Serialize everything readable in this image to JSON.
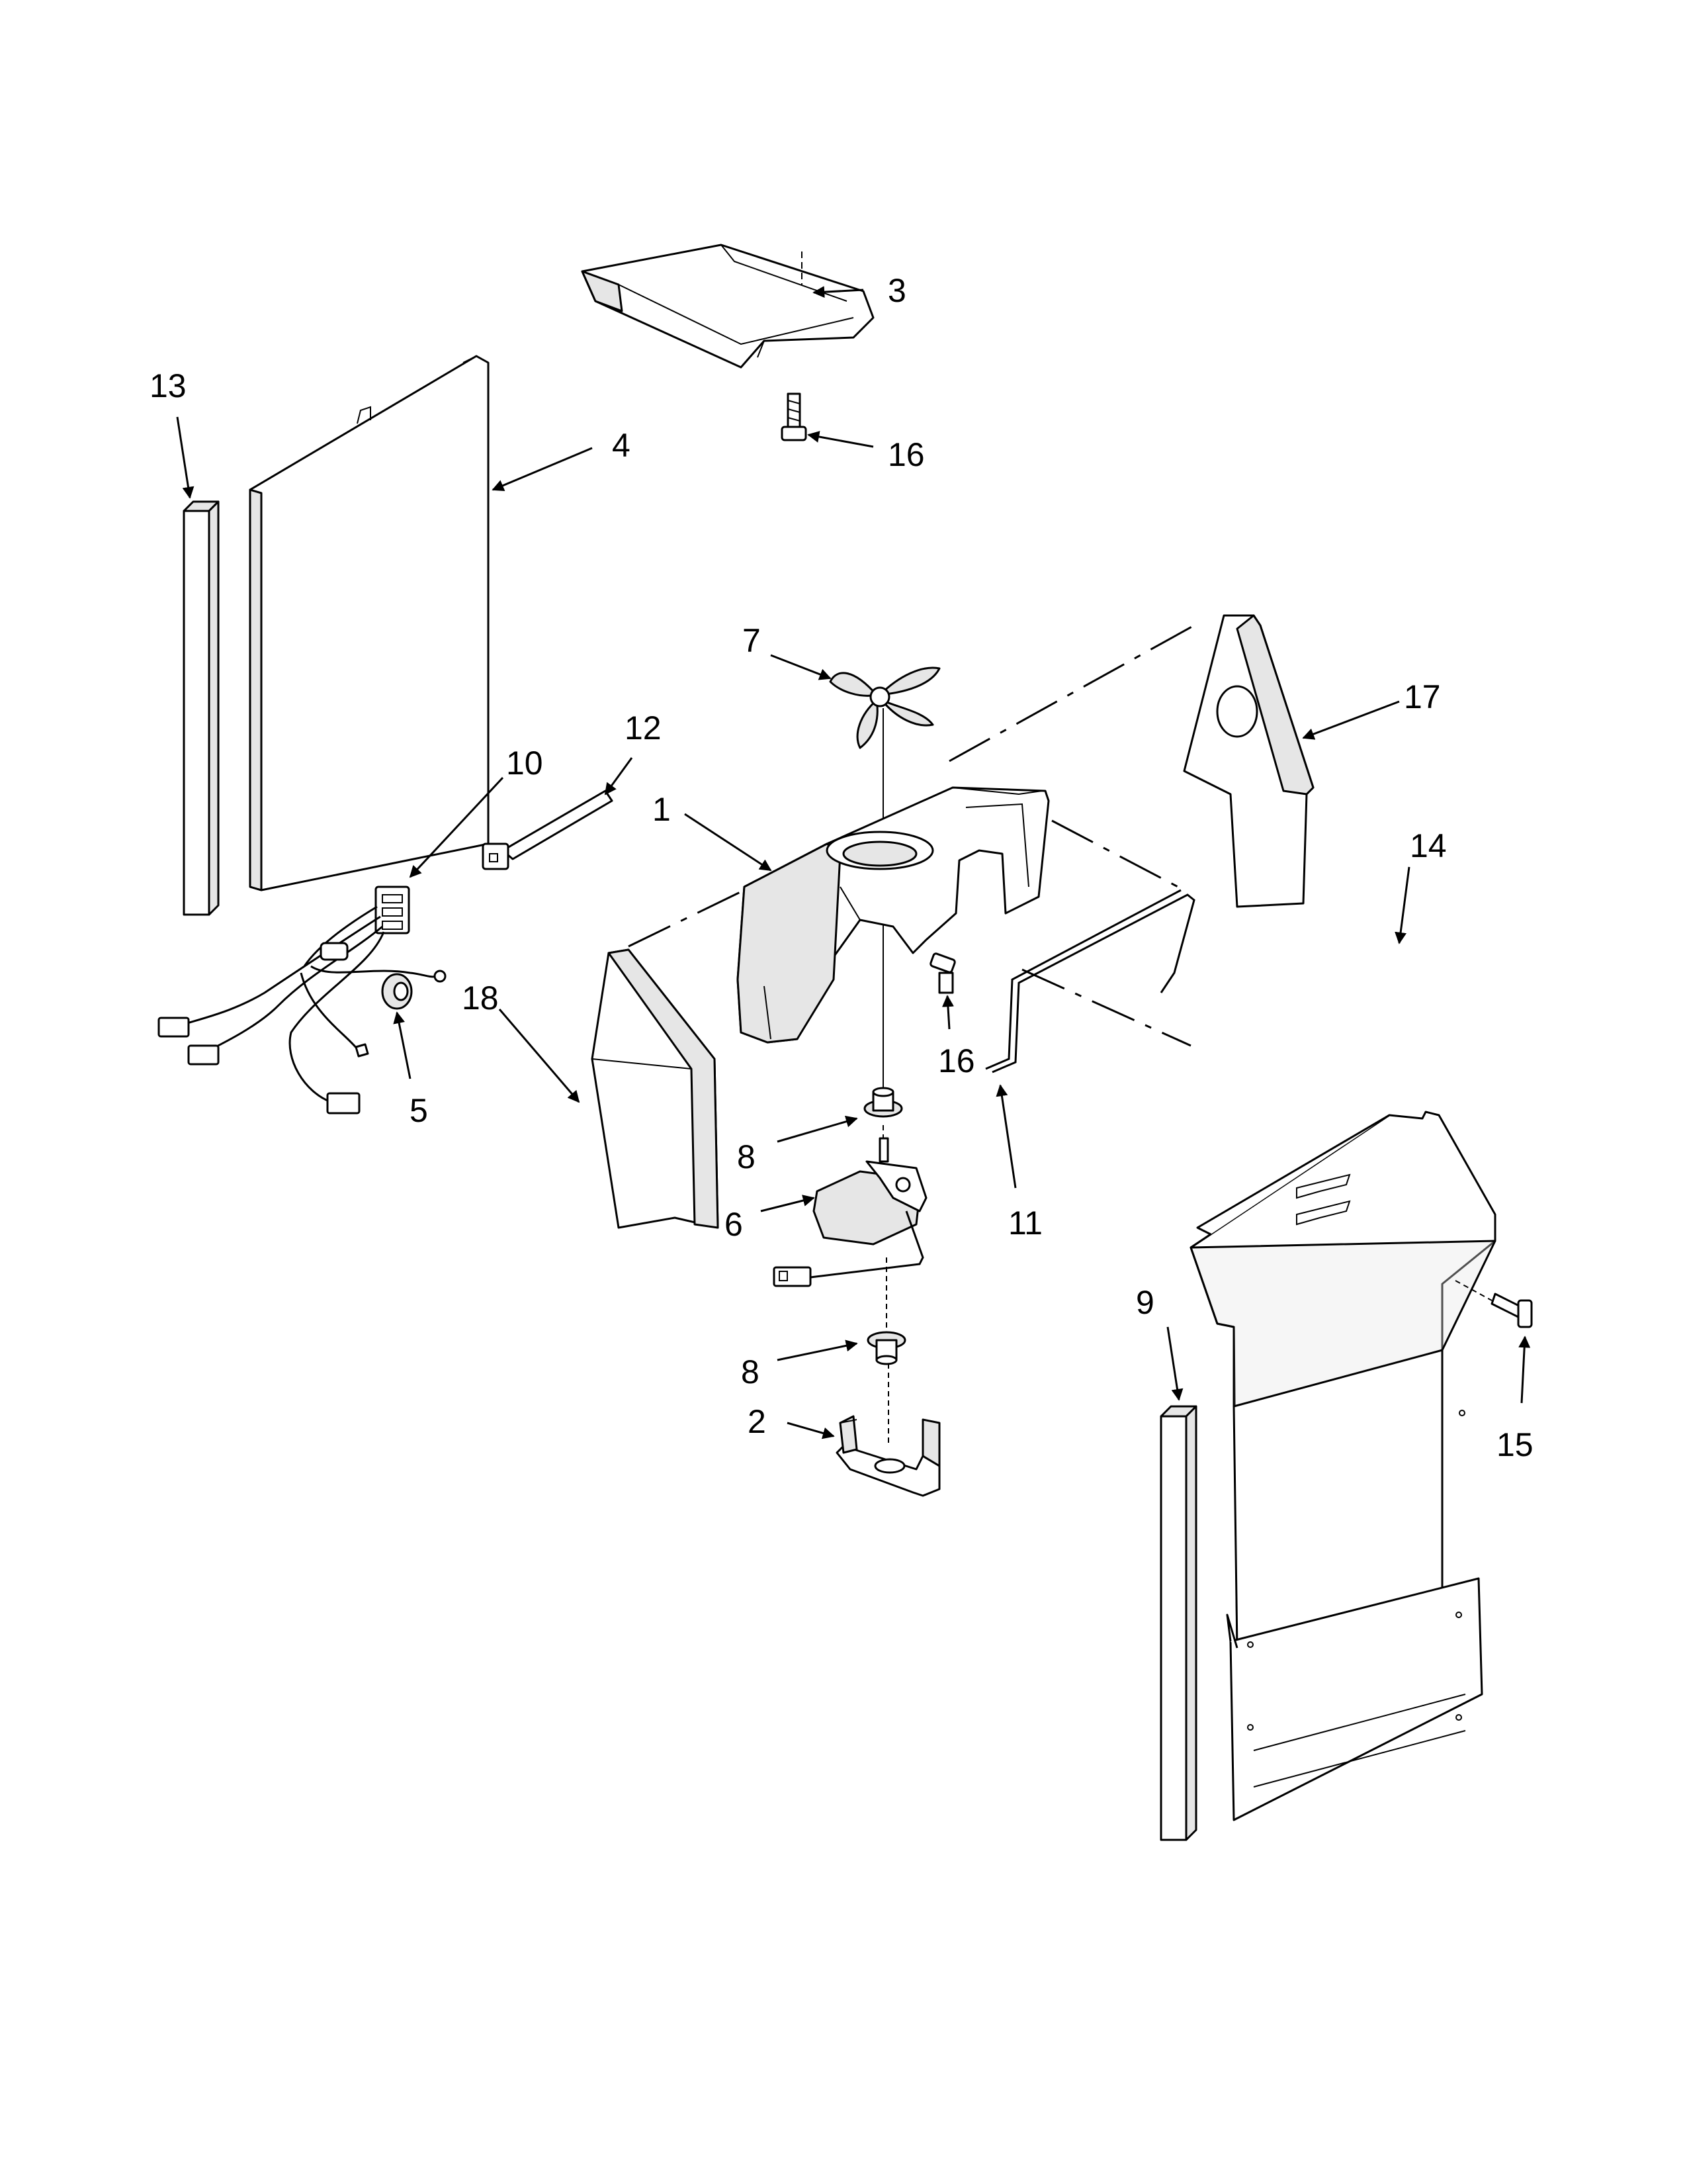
{
  "callouts": {
    "p1": "1",
    "p2": "2",
    "p3": "3",
    "p4": "4",
    "p5": "5",
    "p6": "6",
    "p7": "7",
    "p8a": "8",
    "p8b": "8",
    "p9": "9",
    "p10": "10",
    "p11": "11",
    "p12": "12",
    "p13": "13",
    "p14": "14",
    "p15": "15",
    "p16a": "16",
    "p16b": "16",
    "p17": "17",
    "p18": "18"
  }
}
